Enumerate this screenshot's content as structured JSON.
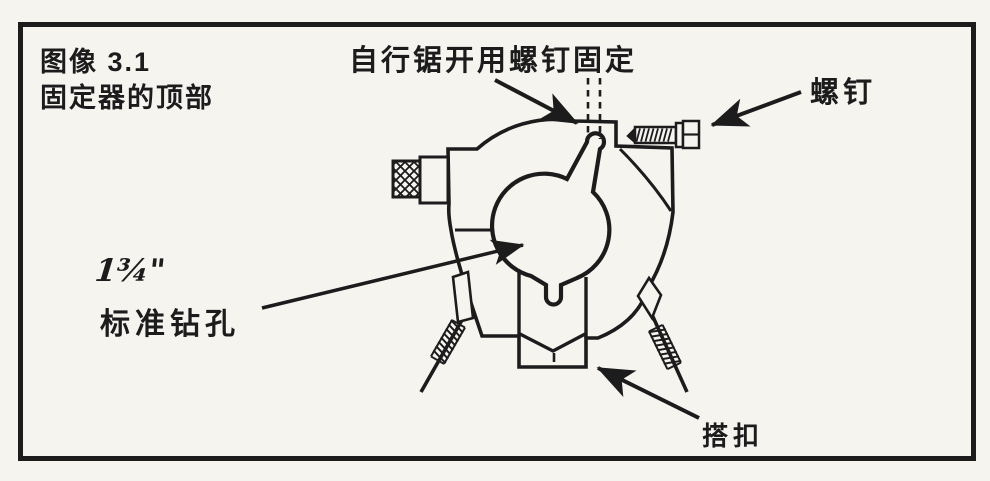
{
  "figure": {
    "caption": {
      "line1": "图像 3.1",
      "line2": "固定器的顶部"
    },
    "callouts": {
      "saw_cut": "自行锯开用螺钉固定",
      "screw": "螺钉",
      "hole_size": "1¾\"",
      "hole": "标准钻孔",
      "clasp": "搭扣"
    },
    "colors": {
      "ink": "#1c1c1c",
      "paper": "#f6f4ef"
    }
  }
}
